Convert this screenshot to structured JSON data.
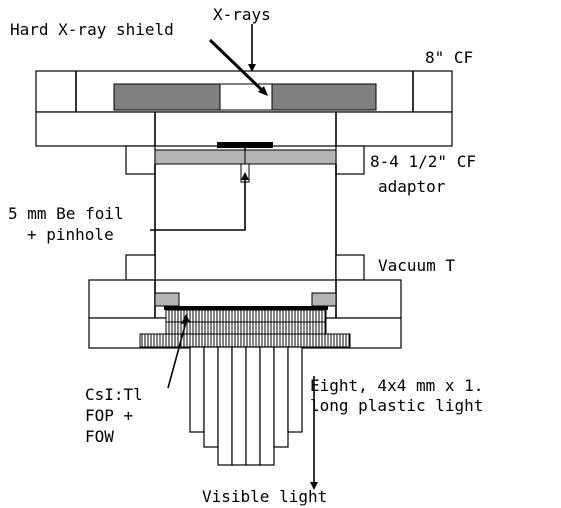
{
  "labels": {
    "xrays": "X-rays",
    "hard_shield": "Hard X-ray shield",
    "cf8": "8\" CF",
    "adaptor_line1": "8-4 1/2\" CF",
    "adaptor_line2": "adaptor",
    "be_line1": "5 mm Be foil",
    "be_line2": "+ pinhole",
    "vacuum_t": "Vacuum T",
    "csi_line1": "CsI:Tl",
    "csi_line2": "FOP +",
    "csi_line3": "FOW",
    "eight_line1": "Eight, 4x4 mm x 1.",
    "eight_line2": "long plastic light",
    "visible": "Visible light"
  },
  "colors": {
    "shield_gray": "#808080",
    "adaptor_gray": "#b4b4b4",
    "hatch": "#000000",
    "line": "#000000"
  }
}
